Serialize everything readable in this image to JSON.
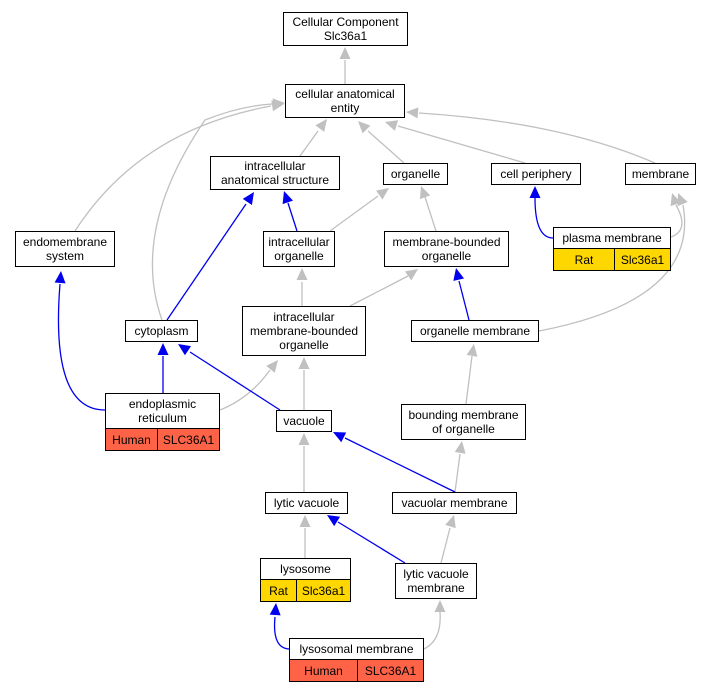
{
  "colors": {
    "gray_edge": "#c0c0c0",
    "blue_edge": "#0000ee",
    "human": "#ff6347",
    "rat": "#ffd700"
  },
  "nodes": {
    "root": "Cellular Component\nSlc36a1",
    "cae": "cellular anatomical\nentity",
    "ias": "intracellular\nanatomical structure",
    "organelle": "organelle",
    "cellper": "cell periphery",
    "membrane": "membrane",
    "endosys": "endomembrane\nsystem",
    "intraorg": "intracellular\norganelle",
    "mbo": "membrane-bounded\norganelle",
    "pm": "plasma membrane",
    "cyto": "cytoplasm",
    "imbo": "intracellular\nmembrane-bounded\norganelle",
    "orgmem": "organelle membrane",
    "er": "endoplasmic\nreticulum",
    "vacuole": "vacuole",
    "bmo": "bounding membrane\nof organelle",
    "lytvac": "lytic vacuole",
    "vacmem": "vacuolar membrane",
    "lysosome": "lysosome",
    "lvm": "lytic vacuole\nmembrane",
    "lysomem": "lysosomal membrane"
  },
  "annotations": {
    "pm": [
      "Rat",
      "Slc36a1"
    ],
    "er": [
      "Human",
      "SLC36A1"
    ],
    "lysosome": [
      "Rat",
      "Slc36a1"
    ],
    "lysomem": [
      "Human",
      "SLC36A1"
    ]
  }
}
